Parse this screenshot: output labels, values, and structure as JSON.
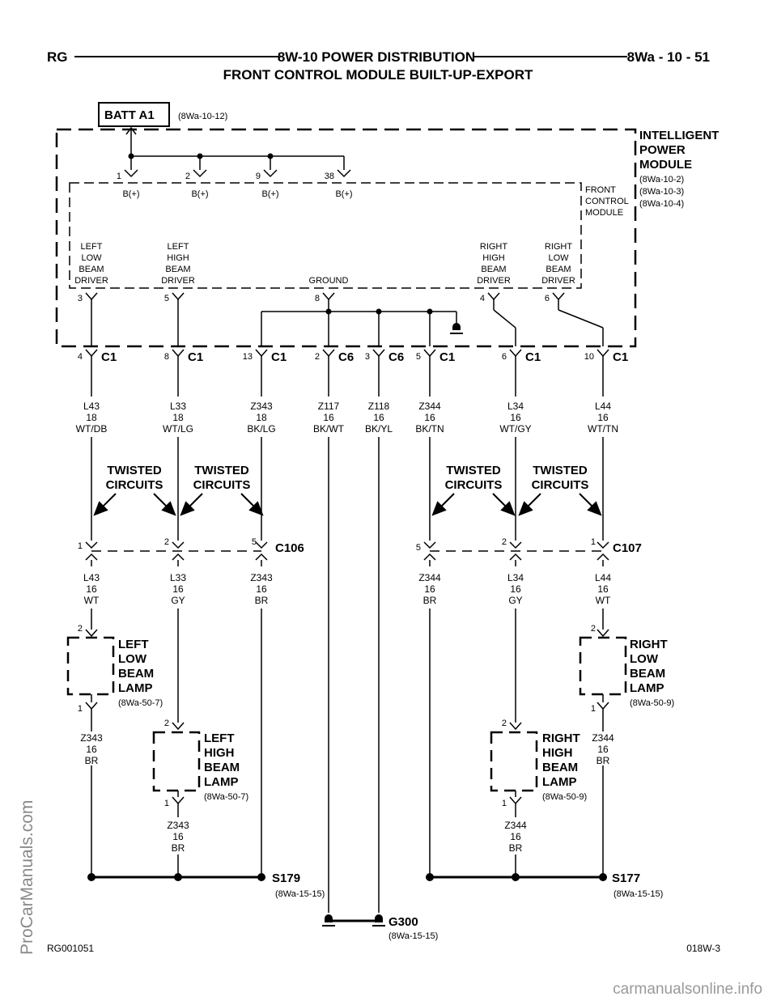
{
  "header": {
    "left": "RG",
    "title": "8W-10 POWER DISTRIBUTION",
    "right": "8Wa - 10 - 51",
    "subtitle": "FRONT CONTROL MODULE BUILT-UP-EXPORT"
  },
  "batt": {
    "label": "BATT A1",
    "ref": "(8Wa-10-12)"
  },
  "ipm": {
    "l1": "INTELLIGENT",
    "l2": "POWER",
    "l3": "MODULE",
    "r1": "(8Wa-10-2)",
    "r2": "(8Wa-10-3)",
    "r3": "(8Wa-10-4)"
  },
  "fcm": {
    "l1": "FRONT",
    "l2": "CONTROL",
    "l3": "MODULE"
  },
  "bplus": [
    {
      "pin": "1",
      "label": "B(+)"
    },
    {
      "pin": "2",
      "label": "B(+)"
    },
    {
      "pin": "9",
      "label": "B(+)"
    },
    {
      "pin": "38",
      "label": "B(+)"
    }
  ],
  "drivers": {
    "llb": [
      "LEFT",
      "LOW",
      "BEAM",
      "DRIVER"
    ],
    "lhb": [
      "LEFT",
      "HIGH",
      "BEAM",
      "DRIVER"
    ],
    "gnd": "GROUND",
    "rhb": [
      "RIGHT",
      "HIGH",
      "BEAM",
      "DRIVER"
    ],
    "rlb": [
      "RIGHT",
      "LOW",
      "BEAM",
      "DRIVER"
    ]
  },
  "inner_pins": [
    "3",
    "5",
    "8",
    "4",
    "6"
  ],
  "conns": [
    {
      "pin": "4",
      "name": "C1"
    },
    {
      "pin": "8",
      "name": "C1"
    },
    {
      "pin": "13",
      "name": "C1"
    },
    {
      "pin": "2",
      "name": "C6"
    },
    {
      "pin": "3",
      "name": "C6"
    },
    {
      "pin": "5",
      "name": "C1"
    },
    {
      "pin": "6",
      "name": "C1"
    },
    {
      "pin": "10",
      "name": "C1"
    }
  ],
  "wires_top": [
    [
      "L43",
      "18",
      "WT/DB"
    ],
    [
      "L33",
      "18",
      "WT/LG"
    ],
    [
      "Z343",
      "18",
      "BK/LG"
    ],
    [
      "Z117",
      "16",
      "BK/WT"
    ],
    [
      "Z118",
      "16",
      "BK/YL"
    ],
    [
      "Z344",
      "16",
      "BK/TN"
    ],
    [
      "L34",
      "16",
      "WT/GY"
    ],
    [
      "L44",
      "16",
      "WT/TN"
    ]
  ],
  "twisted": {
    "l1": "TWISTED",
    "l2": "CIRCUITS"
  },
  "c106": {
    "name": "C106",
    "pins": [
      "1",
      "2",
      "5"
    ]
  },
  "c107": {
    "name": "C107",
    "pins": [
      "5",
      "2",
      "1"
    ]
  },
  "wires_mid": [
    [
      "L43",
      "16",
      "WT"
    ],
    [
      "L33",
      "16",
      "GY"
    ],
    [
      "Z343",
      "16",
      "BR"
    ],
    [
      "Z344",
      "16",
      "BR"
    ],
    [
      "L34",
      "16",
      "GY"
    ],
    [
      "L44",
      "16",
      "WT"
    ]
  ],
  "lamps": {
    "llb": {
      "lines": [
        "LEFT",
        "LOW",
        "BEAM",
        "LAMP"
      ],
      "ref": "(8Wa-50-7)",
      "p_top": "2",
      "p_bot": "1"
    },
    "lhb": {
      "lines": [
        "LEFT",
        "HIGH",
        "BEAM",
        "LAMP"
      ],
      "ref": "(8Wa-50-7)",
      "p_top": "2",
      "p_bot": "1"
    },
    "rhb": {
      "lines": [
        "RIGHT",
        "HIGH",
        "BEAM",
        "LAMP"
      ],
      "ref": "(8Wa-50-9)",
      "p_top": "2",
      "p_bot": "1"
    },
    "rlb": {
      "lines": [
        "RIGHT",
        "LOW",
        "BEAM",
        "LAMP"
      ],
      "ref": "(8Wa-50-9)",
      "p_top": "2",
      "p_bot": "1"
    }
  },
  "wires_low": {
    "llb": [
      "Z343",
      "16",
      "BR"
    ],
    "lhb": [
      "Z343",
      "16",
      "BR"
    ],
    "rhb": [
      "Z344",
      "16",
      "BR"
    ],
    "rlb": [
      "Z344",
      "16",
      "BR"
    ]
  },
  "splices": {
    "s179": {
      "name": "S179",
      "ref": "(8Wa-15-15)"
    },
    "s177": {
      "name": "S177",
      "ref": "(8Wa-15-15)"
    },
    "g300": {
      "name": "G300",
      "ref": "(8Wa-15-15)"
    }
  },
  "footer": {
    "left": "RG001051",
    "right": "018W-3"
  },
  "watermarks": {
    "side": "ProCarManuals.com",
    "bottom": "carmanualsonline.info"
  }
}
